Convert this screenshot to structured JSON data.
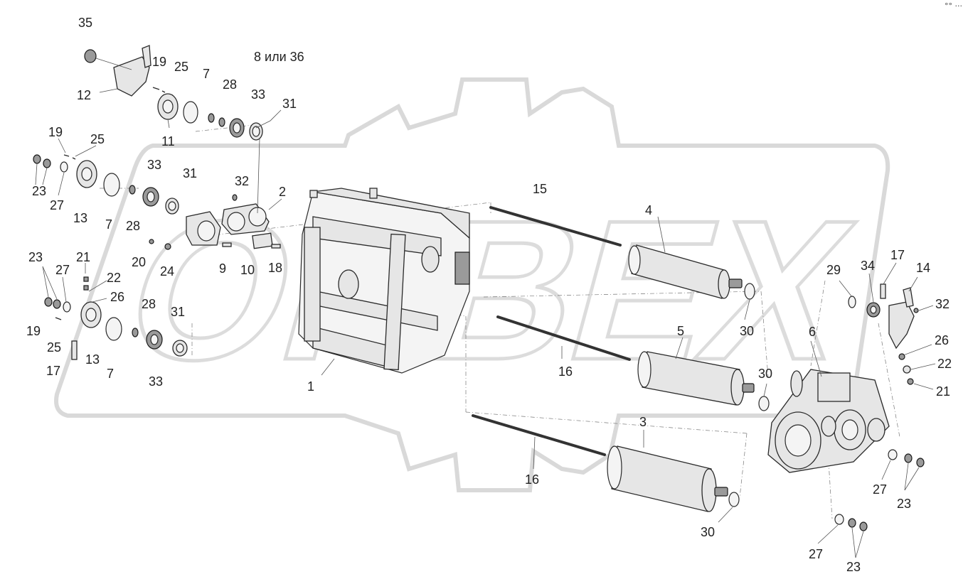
{
  "watermark": {
    "text": "ORBEX"
  },
  "menu": {
    "icon": "more-dots-icon",
    "glyph": "°° ···"
  },
  "callouts": [
    {
      "id": "c35",
      "label": "35"
    },
    {
      "id": "c19a",
      "label": "19"
    },
    {
      "id": "c25a",
      "label": "25"
    },
    {
      "id": "c7a",
      "label": "7"
    },
    {
      "id": "c8",
      "label": "8 или 36"
    },
    {
      "id": "c28a",
      "label": "28"
    },
    {
      "id": "c33a",
      "label": "33"
    },
    {
      "id": "c31a",
      "label": "31"
    },
    {
      "id": "c12",
      "label": "12"
    },
    {
      "id": "c11",
      "label": "11"
    },
    {
      "id": "c19b",
      "label": "19"
    },
    {
      "id": "c25b",
      "label": "25"
    },
    {
      "id": "c33b",
      "label": "33"
    },
    {
      "id": "c31b",
      "label": "31"
    },
    {
      "id": "c32a",
      "label": "32"
    },
    {
      "id": "c2",
      "label": "2"
    },
    {
      "id": "c23a",
      "label": "23"
    },
    {
      "id": "c27a",
      "label": "27"
    },
    {
      "id": "c13a",
      "label": "13"
    },
    {
      "id": "c7b",
      "label": "7"
    },
    {
      "id": "c28b",
      "label": "28"
    },
    {
      "id": "c15",
      "label": "15"
    },
    {
      "id": "c4",
      "label": "4"
    },
    {
      "id": "c20",
      "label": "20"
    },
    {
      "id": "c24",
      "label": "24"
    },
    {
      "id": "c9",
      "label": "9"
    },
    {
      "id": "c10",
      "label": "10"
    },
    {
      "id": "c18",
      "label": "18"
    },
    {
      "id": "c23b",
      "label": "23"
    },
    {
      "id": "c21a",
      "label": "21"
    },
    {
      "id": "c27b",
      "label": "27"
    },
    {
      "id": "c22a",
      "label": "22"
    },
    {
      "id": "c26a",
      "label": "26"
    },
    {
      "id": "c28c",
      "label": "28"
    },
    {
      "id": "c31c",
      "label": "31"
    },
    {
      "id": "c19c",
      "label": "19"
    },
    {
      "id": "c25c",
      "label": "25"
    },
    {
      "id": "c17a",
      "label": "17"
    },
    {
      "id": "c13b",
      "label": "13"
    },
    {
      "id": "c7c",
      "label": "7"
    },
    {
      "id": "c33c",
      "label": "33"
    },
    {
      "id": "c1",
      "label": "1"
    },
    {
      "id": "c30a",
      "label": "30"
    },
    {
      "id": "c5",
      "label": "5"
    },
    {
      "id": "c16a",
      "label": "16"
    },
    {
      "id": "c30b",
      "label": "30"
    },
    {
      "id": "c29",
      "label": "29"
    },
    {
      "id": "c34",
      "label": "34"
    },
    {
      "id": "c17b",
      "label": "17"
    },
    {
      "id": "c14",
      "label": "14"
    },
    {
      "id": "c32b",
      "label": "32"
    },
    {
      "id": "c6",
      "label": "6"
    },
    {
      "id": "c26b",
      "label": "26"
    },
    {
      "id": "c22b",
      "label": "22"
    },
    {
      "id": "c21b",
      "label": "21"
    },
    {
      "id": "c3",
      "label": "3"
    },
    {
      "id": "c16b",
      "label": "16"
    },
    {
      "id": "c30c",
      "label": "30"
    },
    {
      "id": "c27c",
      "label": "27"
    },
    {
      "id": "c23c",
      "label": "23"
    },
    {
      "id": "c27d",
      "label": "27"
    },
    {
      "id": "c23d",
      "label": "23"
    }
  ]
}
